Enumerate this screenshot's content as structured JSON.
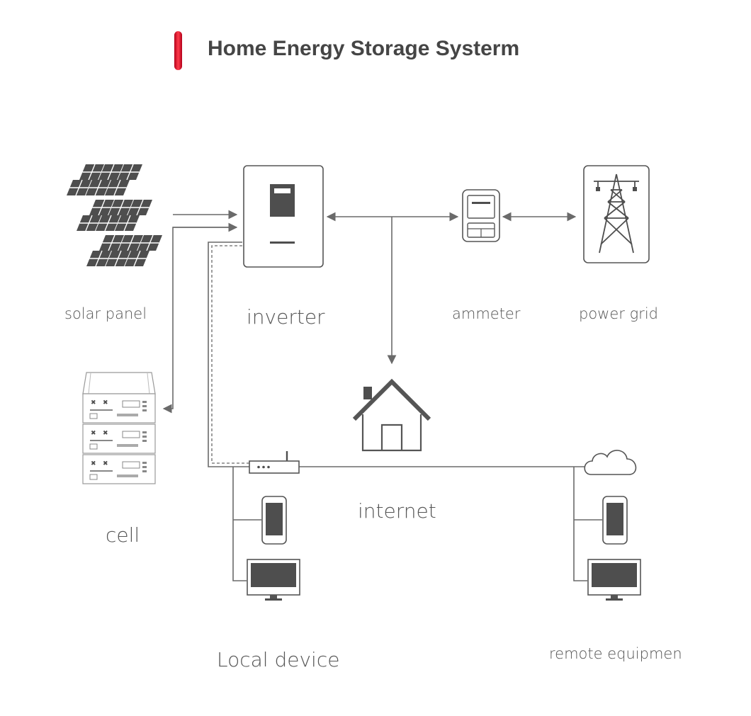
{
  "title": "Home Energy Storage Systerm",
  "accent_color": "#d8101e",
  "line_color": "#6a6a6a",
  "icon_fill": "#4e4e4e",
  "labels": {
    "solar_panel": "solar panel",
    "inverter": "inverter",
    "ammeter": "ammeter",
    "power_grid": "power grid",
    "cell": "cell",
    "internet": "internet",
    "local_device": "Local device",
    "remote_equipment": "remote equipmen"
  },
  "icons": [
    "solar-panel-icon",
    "inverter-icon",
    "ammeter-icon",
    "power-grid-icon",
    "battery-cell-icon",
    "house-icon",
    "router-icon",
    "cloud-icon",
    "smartphone-icon",
    "monitor-icon"
  ]
}
